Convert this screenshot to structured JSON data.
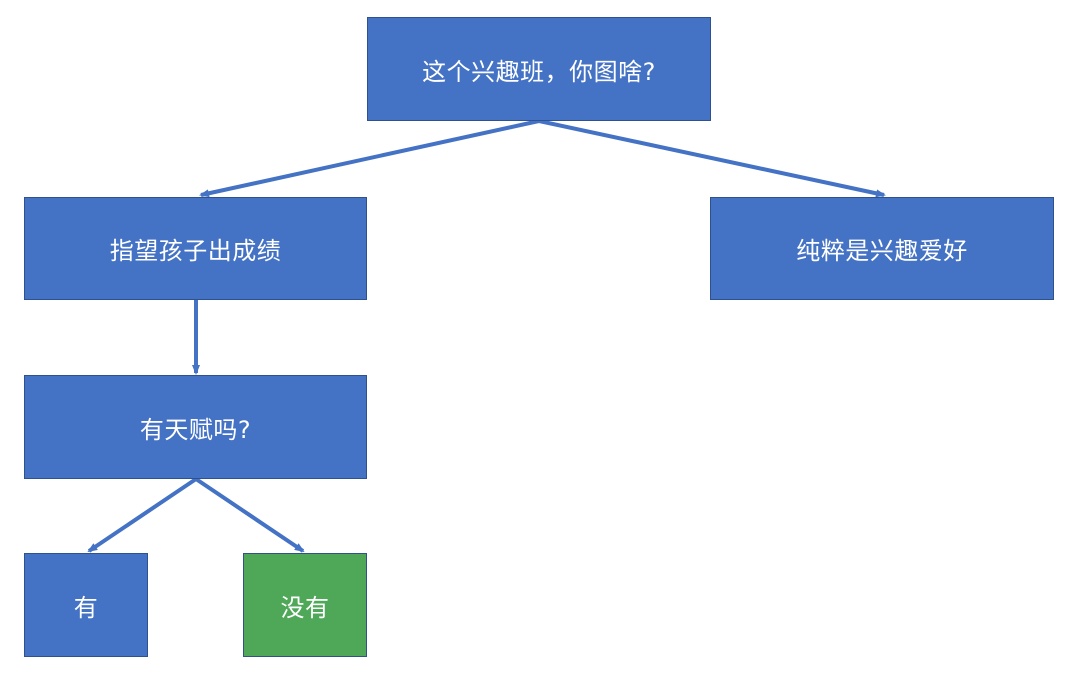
{
  "diagram": {
    "nodes": {
      "root": "这个兴趣班，你图啥?",
      "expect_results": "指望孩子出成绩",
      "pure_hobby": "纯粹是兴趣爱好",
      "talent_question": "有天赋吗?",
      "yes": "有",
      "no": "没有"
    },
    "colors": {
      "node_fill": "#4472c4",
      "node_fill_highlight": "#4ea858",
      "edge": "#4472c4",
      "text": "#ffffff"
    },
    "edges": [
      {
        "from": "root",
        "to": "expect_results"
      },
      {
        "from": "root",
        "to": "pure_hobby"
      },
      {
        "from": "expect_results",
        "to": "talent_question"
      },
      {
        "from": "talent_question",
        "to": "yes"
      },
      {
        "from": "talent_question",
        "to": "no"
      }
    ]
  }
}
